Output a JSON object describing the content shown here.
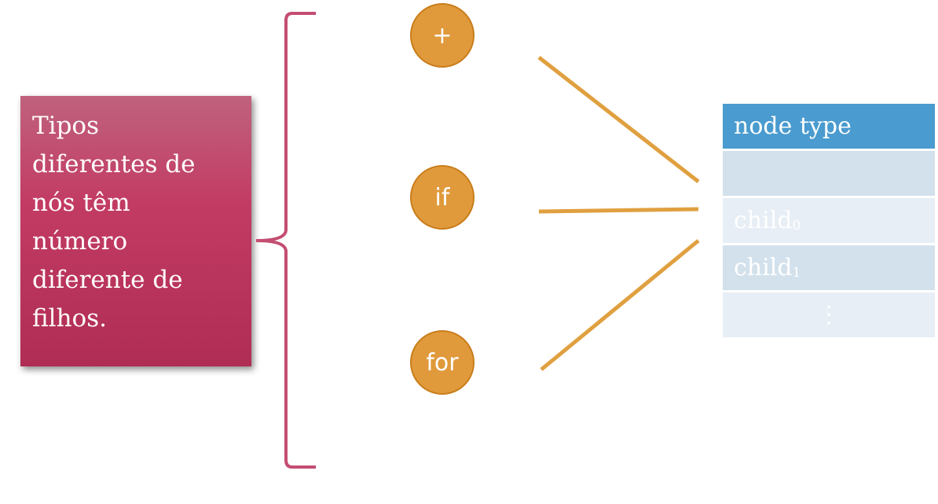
{
  "note": {
    "text": "Tipos\ndiferentes de\nnós têm\nnúmero\ndiferente de\nfilhos."
  },
  "nodes": [
    {
      "label": "+"
    },
    {
      "label": "if"
    },
    {
      "label": "for"
    }
  ],
  "node_struct": {
    "header": "node type",
    "empty_field": "",
    "child0": {
      "base": "child",
      "sub": "0"
    },
    "child1": {
      "base": "child",
      "sub": "1"
    },
    "more": "⋮"
  },
  "colors": {
    "note_fill": "#c23b63",
    "brace": "#c44d72",
    "node_fill": "#e09a3c",
    "wire": "#e0a040",
    "struct_header": "#4a9bcf",
    "struct_row_dark": "#d3e1ec",
    "struct_row_light": "#e7eef5"
  }
}
